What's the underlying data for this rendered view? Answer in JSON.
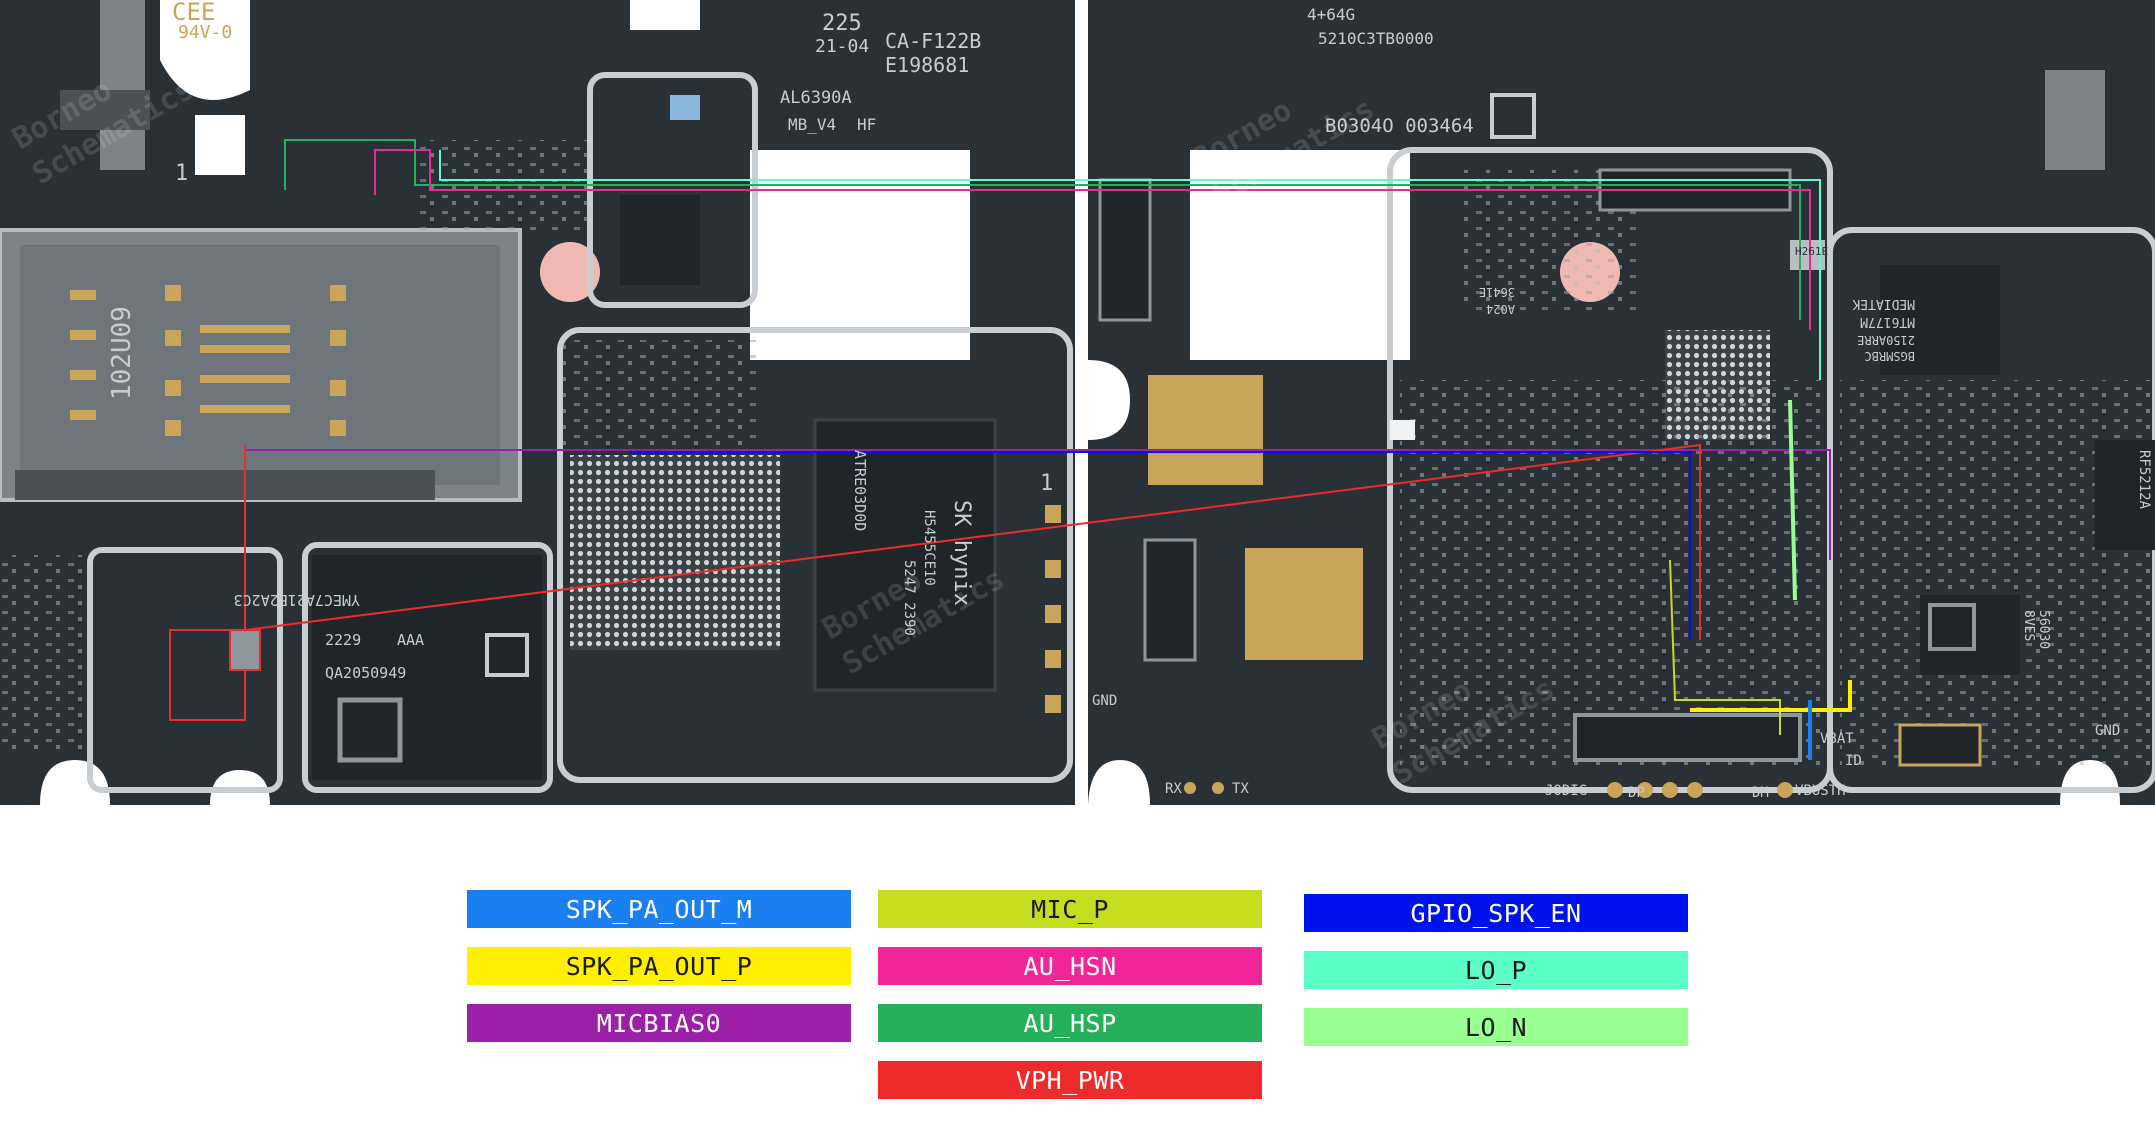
{
  "colors": {
    "pcb": "#2a3136",
    "pcb_dark": "#1f2529",
    "chip": "#2d3338",
    "shield_outline": "#c9ced2",
    "gold": "#c9a55a",
    "text_on_pcb": "#c7ccd0"
  },
  "board_labels": {
    "cee": "CEE",
    "v940": "94V-0",
    "code_225": "225",
    "date_2104": "21-04",
    "ca_f122b": "CA-F122B",
    "e198681": "E198681",
    "al6390a": "AL6390A",
    "mb_v4": "MB_V4",
    "hf": "HF",
    "code_102u09": "102U09",
    "ymec": "YMEC7A21B2A2C3",
    "aaa": "AAA",
    "n2229": "2229",
    "qa": "QA2050949",
    "skhynix": "SK hynix",
    "mem_line1": "H5455CE10",
    "mem_line2": "5247 2390",
    "mem_line3": "ATRE03D0D",
    "one_a": "1",
    "one_b": "1",
    "ram_size": "4+64G",
    "sn_code": "5210C3TB0000",
    "board_id": "B0304O 003464",
    "mediatek": "MEDIATEK",
    "mt6177m": "MT6177M",
    "code_2150": "2150ARRE",
    "mt_sub": "BGSMRBC",
    "rf5212a": "RF5212A",
    "h261e": "H261E",
    "a024": "A024",
    "c3641e": "3641E",
    "code_56030": "56030",
    "code_8ves": "8VES",
    "gnd_left": "GND",
    "rx": "RX",
    "tx": "TX",
    "jodig": "JODIG",
    "dp": "DP",
    "dm": "DM",
    "vbusth": "VBUSTH",
    "vbat": "VBAT",
    "id": "ID",
    "gnd_right": "GND",
    "wm_borneo": "Borneo",
    "wm_schematics": "Schematics"
  },
  "legend": [
    {
      "label": "SPK_PA_OUT_M",
      "color": "#1a7ff0",
      "text_color": "#ffffff"
    },
    {
      "label": "MIC_P",
      "color": "#c8dc1e",
      "text_color": "#1a1a1a"
    },
    {
      "label": "GPIO_SPK_EN",
      "color": "#0011f0",
      "text_color": "#ffffff"
    },
    {
      "label": "SPK_PA_OUT_P",
      "color": "#ffef00",
      "text_color": "#1a1a1a"
    },
    {
      "label": "AU_HSN",
      "color": "#f02698",
      "text_color": "#ffffff"
    },
    {
      "label": "LO_P",
      "color": "#5cffc6",
      "text_color": "#1a1a1a"
    },
    {
      "label": "MICBIAS0",
      "color": "#9c1fa8",
      "text_color": "#ffffff"
    },
    {
      "label": "AU_HSP",
      "color": "#26b05c",
      "text_color": "#ffffff"
    },
    {
      "label": "LO_N",
      "color": "#98ff90",
      "text_color": "#1a1a1a"
    },
    {
      "label": "VPH_PWR",
      "color": "#ee2b2b",
      "text_color": "#ffffff"
    }
  ]
}
